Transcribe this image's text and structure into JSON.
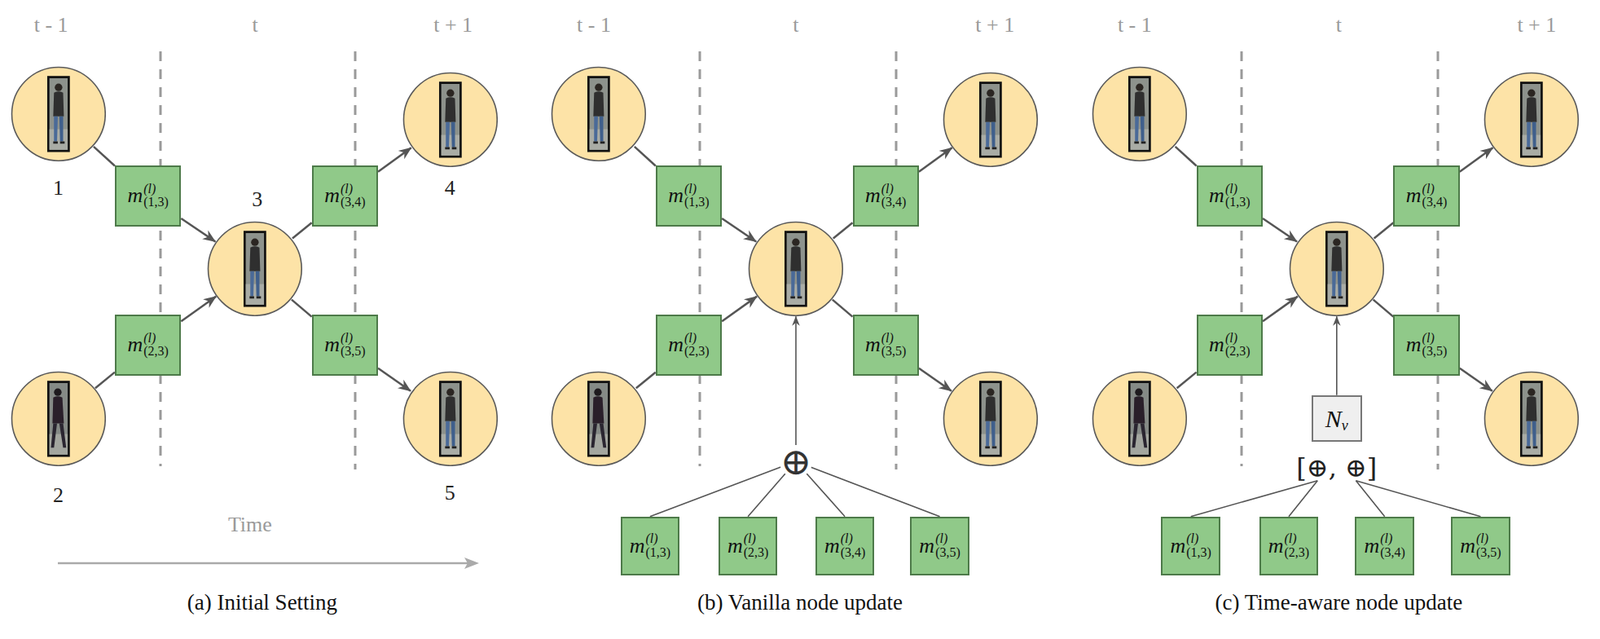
{
  "diagram": {
    "nodes": [
      {
        "text": [
          "1"
        ]
      },
      {
        "text": [
          "2"
        ]
      },
      {
        "text": [
          "3"
        ]
      },
      {
        "text": [
          "4"
        ]
      },
      {
        "text": [
          "5"
        ]
      },
      {
        "text": [
          "m",
          "(l)",
          "(1,3)"
        ]
      },
      {
        "text": [
          "m",
          "(l)",
          "(2,3)"
        ]
      },
      {
        "text": [
          "m",
          "(l)",
          "(3,4)"
        ]
      },
      {
        "text": [
          "m",
          "(l)",
          "(3,5)"
        ]
      },
      {
        "text": []
      },
      {
        "text": []
      },
      {
        "text": []
      },
      {
        "text": []
      },
      {
        "text": []
      },
      {
        "text": [
          "m",
          "(l)",
          "(1,3)"
        ]
      },
      {
        "text": [
          "m",
          "(l)",
          "(2,3)"
        ]
      },
      {
        "text": [
          "m",
          "(l)",
          "(3,4)"
        ]
      },
      {
        "text": [
          "m",
          "(l)",
          "(3,5)"
        ]
      },
      {
        "text": [
          "⊕"
        ]
      },
      {
        "text": [
          "m",
          "(l)",
          "(1,3)"
        ]
      },
      {
        "text": [
          "m",
          "(l)",
          "(2,3)"
        ]
      },
      {
        "text": [
          "m",
          "(l)",
          "(3,4)"
        ]
      },
      {
        "text": [
          "m",
          "(l)",
          "(3,5)"
        ]
      },
      {
        "text": []
      },
      {
        "text": []
      },
      {
        "text": []
      },
      {
        "text": []
      },
      {
        "text": []
      },
      {
        "text": [
          "m",
          "(l)",
          "(1,3)"
        ]
      },
      {
        "text": [
          "m",
          "(l)",
          "(2,3)"
        ]
      },
      {
        "text": [
          "m",
          "(l)",
          "(3,4)"
        ]
      },
      {
        "text": [
          "m",
          "(l)",
          "(3,5)"
        ]
      },
      {
        "text": [
          "N",
          "v"
        ]
      },
      {
        "text": [
          "[⊕, ⊕]"
        ]
      },
      {
        "text": [
          "m",
          "(l)",
          "(1,3)"
        ]
      },
      {
        "text": [
          "m",
          "(l)",
          "(2,3)"
        ]
      },
      {
        "text": [
          "m",
          "(l)",
          "(3,4)"
        ]
      },
      {
        "text": [
          "m",
          "(l)",
          "(3,5)"
        ]
      }
    ],
    "edges": [
      {
        "from": 0,
        "to": 5,
        "arrow": "none"
      },
      {
        "from": 5,
        "to": 2,
        "arrow": "to"
      },
      {
        "from": 1,
        "to": 6,
        "arrow": "none"
      },
      {
        "from": 6,
        "to": 2,
        "arrow": "to"
      },
      {
        "from": 2,
        "to": 7,
        "arrow": "none"
      },
      {
        "from": 7,
        "to": 3,
        "arrow": "to"
      },
      {
        "from": 2,
        "to": 8,
        "arrow": "none"
      },
      {
        "from": 8,
        "to": 4,
        "arrow": "to"
      },
      {
        "from": 9,
        "to": 14,
        "arrow": "none"
      },
      {
        "from": 14,
        "to": 11,
        "arrow": "to"
      },
      {
        "from": 10,
        "to": 15,
        "arrow": "none"
      },
      {
        "from": 15,
        "to": 11,
        "arrow": "to"
      },
      {
        "from": 11,
        "to": 16,
        "arrow": "none"
      },
      {
        "from": 16,
        "to": 12,
        "arrow": "to"
      },
      {
        "from": 11,
        "to": 17,
        "arrow": "none"
      },
      {
        "from": 17,
        "to": 13,
        "arrow": "to"
      },
      {
        "from": 19,
        "to": 18,
        "arrow": "none"
      },
      {
        "from": 20,
        "to": 18,
        "arrow": "none"
      },
      {
        "from": 21,
        "to": 18,
        "arrow": "none"
      },
      {
        "from": 22,
        "to": 18,
        "arrow": "none"
      },
      {
        "from": 18,
        "to": 11,
        "arrow": "to"
      },
      {
        "from": 23,
        "to": 28,
        "arrow": "none"
      },
      {
        "from": 28,
        "to": 25,
        "arrow": "to"
      },
      {
        "from": 24,
        "to": 29,
        "arrow": "none"
      },
      {
        "from": 29,
        "to": 25,
        "arrow": "to"
      },
      {
        "from": 25,
        "to": 30,
        "arrow": "none"
      },
      {
        "from": 30,
        "to": 26,
        "arrow": "to"
      },
      {
        "from": 25,
        "to": 31,
        "arrow": "none"
      },
      {
        "from": 31,
        "to": 27,
        "arrow": "to"
      },
      {
        "from": 34,
        "to": 33,
        "arrow": "none"
      },
      {
        "from": 35,
        "to": 33,
        "arrow": "none"
      },
      {
        "from": 36,
        "to": 33,
        "arrow": "none"
      },
      {
        "from": 37,
        "to": 33,
        "arrow": "none"
      },
      {
        "from": 32,
        "to": 25,
        "arrow": "to"
      }
    ],
    "labels": [
      "t - 1",
      "t",
      "t + 1",
      "t - 1",
      "t",
      "t + 1",
      "t - 1",
      "t",
      "t + 1",
      "Time",
      "(a) Initial Setting",
      "(b) Vanilla node update",
      "(c) Time-aware node update"
    ]
  }
}
